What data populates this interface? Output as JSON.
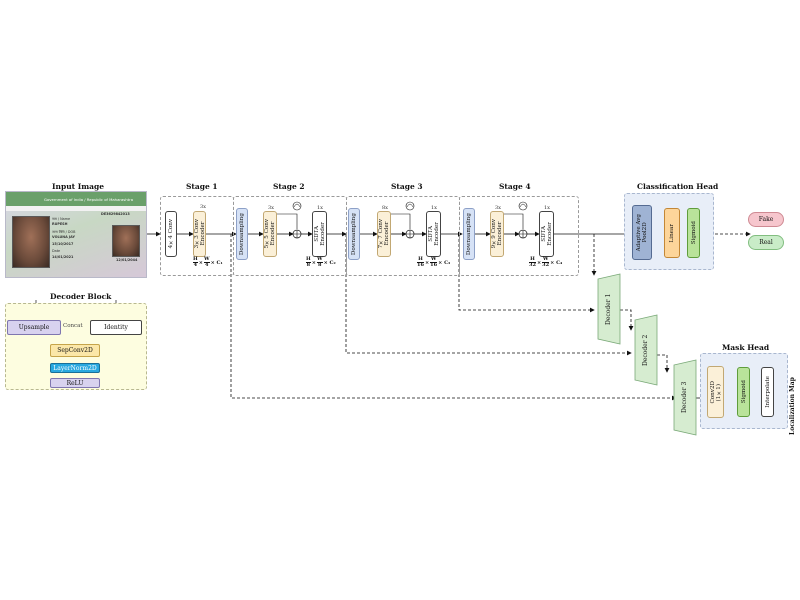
{
  "input": {
    "title": "Input Image"
  },
  "stages": {
    "s1": {
      "title": "Stage 1",
      "conv": "4×4 Conv",
      "enc_mult": "3x",
      "enc": "3×3 Conv\nEncoder",
      "dim_h": "H",
      "dim_hd": "4",
      "dim_w": "W",
      "dim_wd": "4",
      "dim_c": "× C₁"
    },
    "s2": {
      "title": "Stage 2",
      "down": "Downsampling",
      "enc_mult": "3x",
      "enc": "5×5 Conv\nEncoder",
      "sdta_mult": "1x",
      "sdta": "SDTA\nEncoder",
      "dim_h": "H",
      "dim_hd": "8",
      "dim_w": "W",
      "dim_wd": "8",
      "dim_c": "× C₂"
    },
    "s3": {
      "title": "Stage 3",
      "down": "Downsampling",
      "enc_mult": "8x",
      "enc": "7×7 Conv\nEncoder",
      "sdta_mult": "1x",
      "sdta": "SDTA\nEncoder",
      "dim_h": "H",
      "dim_hd": "16",
      "dim_w": "W",
      "dim_wd": "16",
      "dim_c": "× C₃"
    },
    "s4": {
      "title": "Stage 4",
      "down": "Downsampling",
      "enc_mult": "3x",
      "enc": "9×9 Conv\nEncoder",
      "sdta_mult": "1x",
      "sdta": "SDTA\nEncoder",
      "dim_h": "H",
      "dim_hd": "32",
      "dim_w": "W",
      "dim_wd": "32",
      "dim_c": "× C₄"
    }
  },
  "cls_head": {
    "title": "Classification Head",
    "pool": "Adaptive Avg\nPool2D",
    "linear": "Linear",
    "sigmoid": "Sigmoid"
  },
  "outputs": {
    "fake": "Fake",
    "real": "Real"
  },
  "decoders": {
    "d1": "Decoder 1",
    "d2": "Decoder 2",
    "d3": "Decoder 3"
  },
  "mask_head": {
    "title": "Mask Head",
    "conv": "Conv2D\n(1×1)",
    "sigmoid": "Sigmoid",
    "interp": "Interpolate"
  },
  "localization": "Localization Map",
  "decoder_block": {
    "title": "Decoder Block",
    "upsample": "Upsample",
    "concat": "Concat",
    "identity": "Identity",
    "sepconv": "SepConv2D",
    "layernorm": "LayerNorm2D",
    "relu": "ReLU"
  },
  "idcard": {
    "header": "Government of India / Republic of Maharashtra",
    "fields": [
      "नाम / Name",
      "RUPESH",
      "जन्म तिथि / DOB",
      "VOLUNA JAY",
      "15/10/2017",
      "Date",
      "14/01/2021",
      "12/01/2044",
      "DE3629842013"
    ]
  }
}
